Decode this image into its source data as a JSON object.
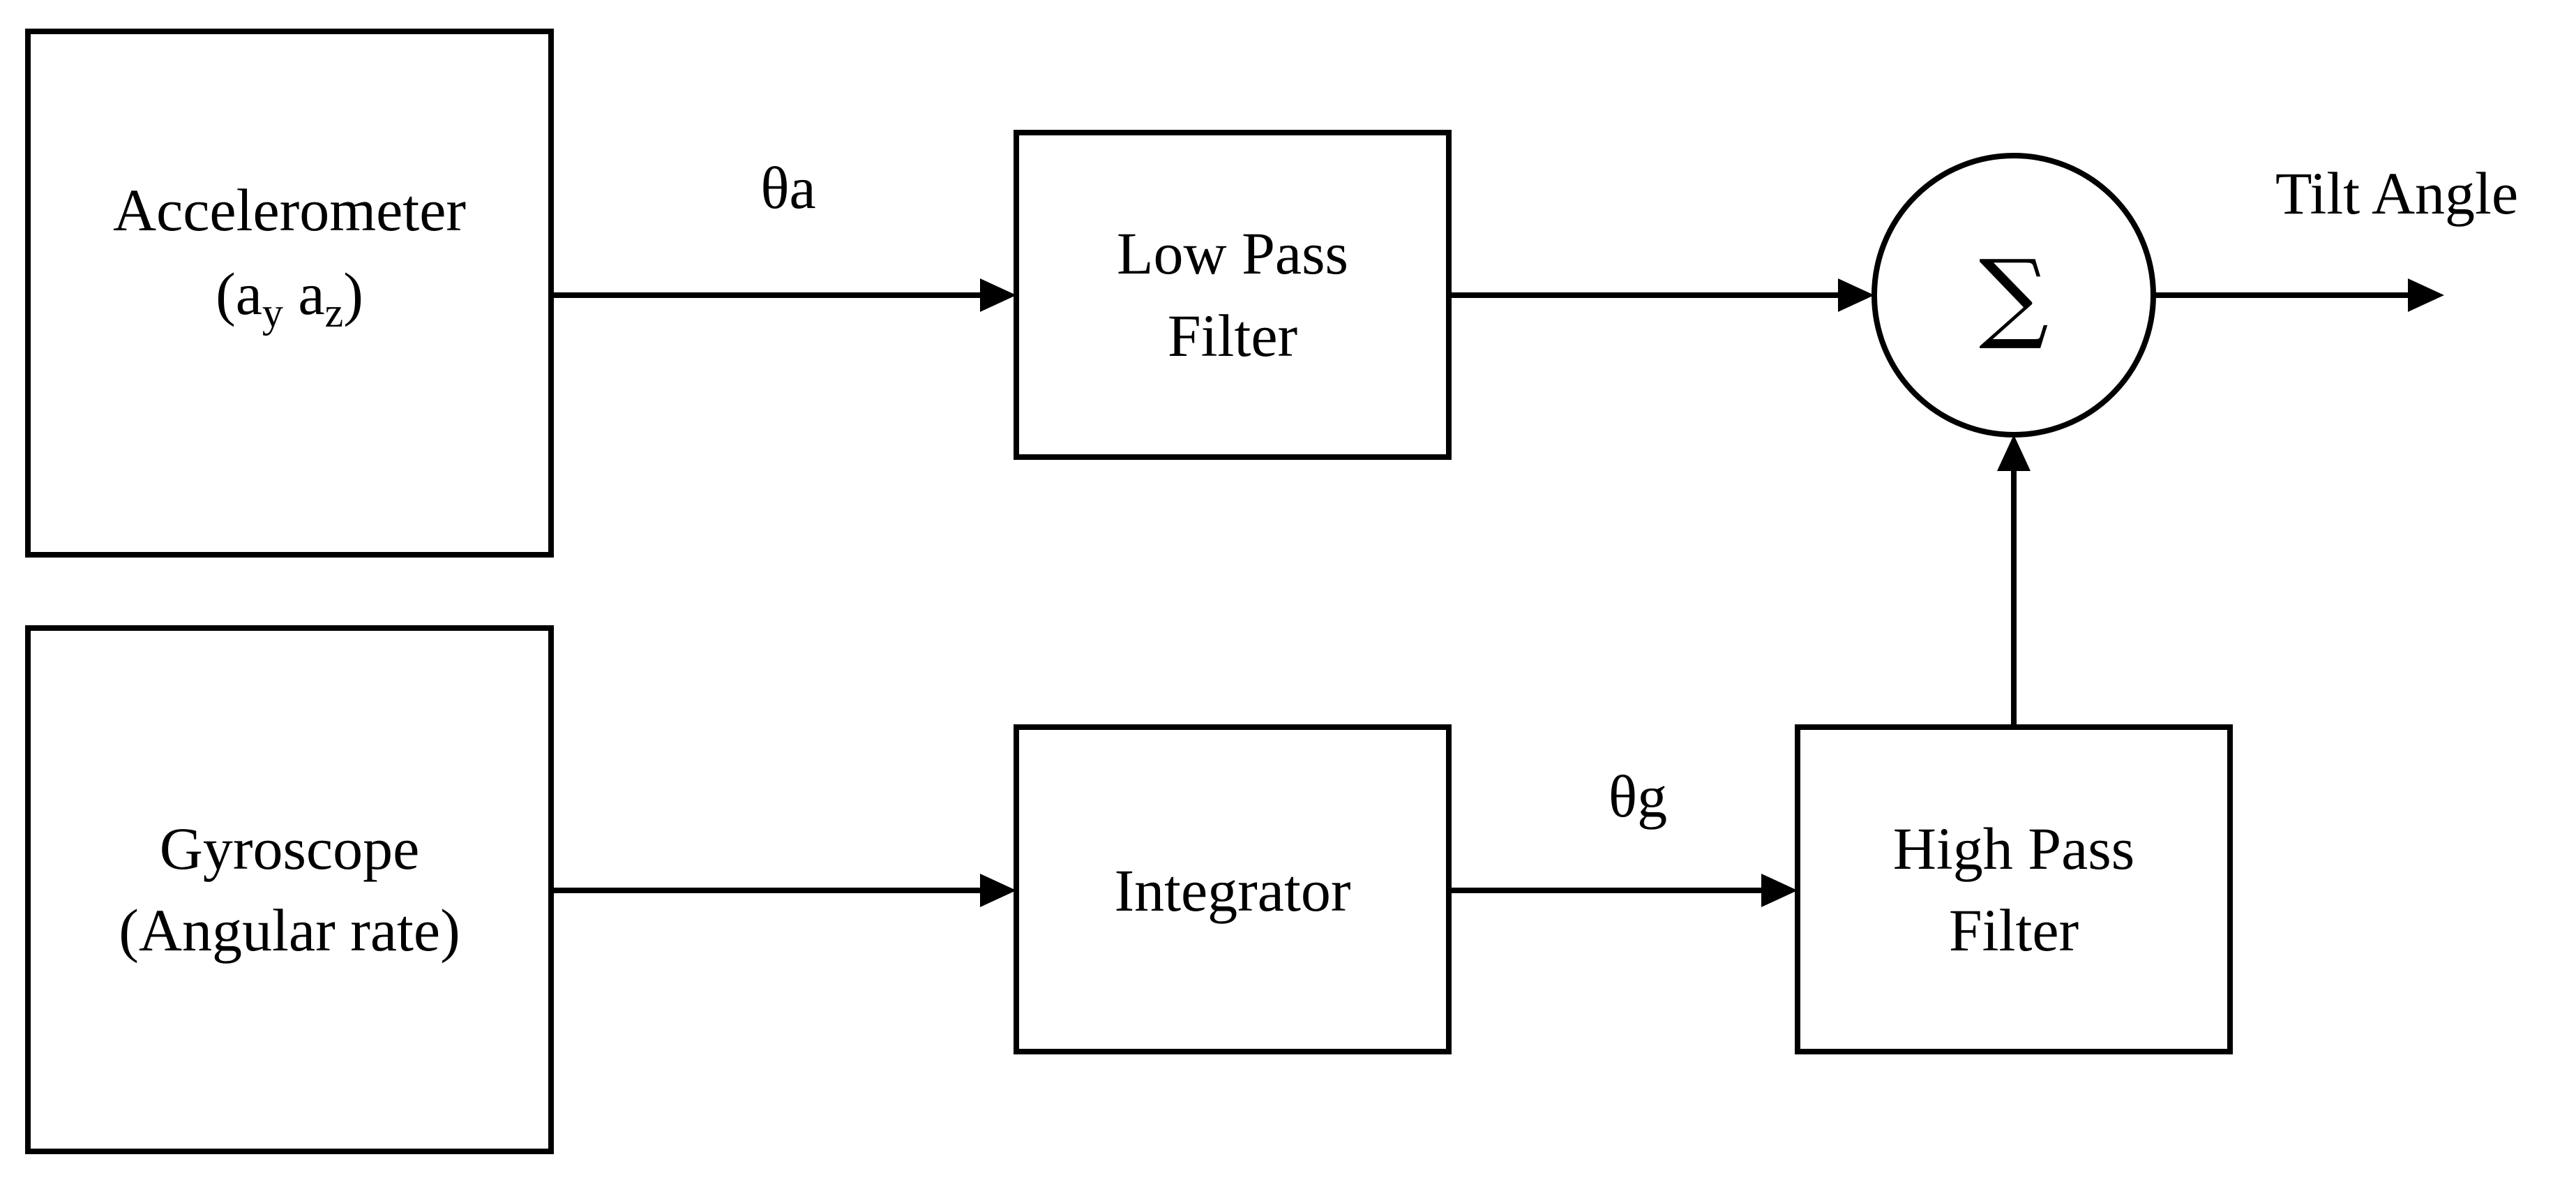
{
  "blocks": {
    "accelerometer": {
      "line1": "Accelerometer",
      "line2_open": "(a",
      "line2_sub_y": "y",
      "line2_mid": " a",
      "line2_sub_z": "z",
      "line2_close": ")"
    },
    "gyroscope": {
      "line1": "Gyroscope",
      "line2": "(Angular rate)"
    },
    "low_pass_filter": {
      "line1": "Low Pass",
      "line2": "Filter"
    },
    "integrator": {
      "line1": "Integrator"
    },
    "high_pass_filter": {
      "line1": "High Pass",
      "line2": "Filter"
    },
    "summing_junction": {
      "symbol": "∑"
    }
  },
  "signals": {
    "theta_a": "θa",
    "theta_g": "θg",
    "output": "Tilt Angle"
  }
}
